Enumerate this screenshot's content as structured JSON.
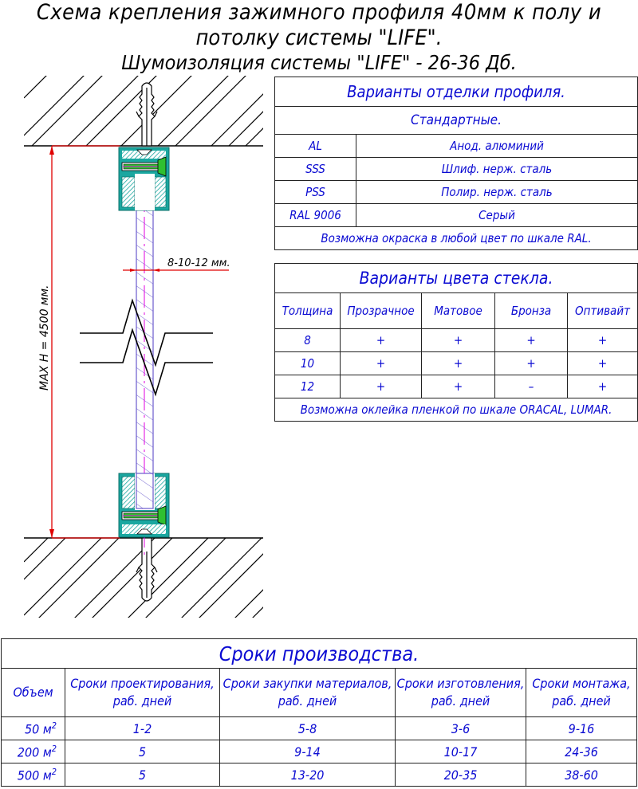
{
  "title": {
    "line1": "Схема крепления зажимного профиля 40мм к полу и",
    "line2": "потолку системы \"LIFE\".",
    "line3": "Шумоизоляция системы \"LIFE\" - 26-36 Дб."
  },
  "drawing": {
    "height_dimension": "MAX H = 4500 мм.",
    "glass_thickness_dimension": "8-10-12 мм."
  },
  "finish_table": {
    "title": "Варианты отделки профиля.",
    "subtitle": "Стандартные.",
    "rows": [
      {
        "code": "AL",
        "name": "Анод. алюминий"
      },
      {
        "code": "SSS",
        "name": "Шлиф. нерж. сталь"
      },
      {
        "code": "PSS",
        "name": "Полир. нерж. сталь"
      },
      {
        "code": "RAL 9006",
        "name": "Серый"
      }
    ],
    "note": "Возможна окраска в любой цвет по шкале RAL."
  },
  "glass_table": {
    "title": "Варианты цвета стекла.",
    "headers": [
      "Толщина",
      "Прозрачное",
      "Матовое",
      "Бронза",
      "Оптивайт"
    ],
    "rows": [
      [
        "8",
        "+",
        "+",
        "+",
        "+"
      ],
      [
        "10",
        "+",
        "+",
        "+",
        "+"
      ],
      [
        "12",
        "+",
        "+",
        "–",
        "+"
      ]
    ],
    "note": "Возможна оклейка пленкой по шкале ORACAL, LUMAR."
  },
  "terms_table": {
    "title": "Сроки производства.",
    "headers": [
      {
        "l1": "Объем",
        "l2": ""
      },
      {
        "l1": "Сроки проектирования,",
        "l2": "раб. дней"
      },
      {
        "l1": "Сроки закупки материалов,",
        "l2": "раб. дней"
      },
      {
        "l1": "Сроки изготовления,",
        "l2": "раб. дней"
      },
      {
        "l1": "Сроки монтажа,",
        "l2": "раб. дней"
      }
    ],
    "unit": "м",
    "unit_sup": "2",
    "rows": [
      {
        "volume": "50",
        "design": "1-2",
        "purchase": "5-8",
        "manufacture": "3-6",
        "install": "9-16"
      },
      {
        "volume": "200",
        "design": "5",
        "purchase": "9-14",
        "manufacture": "10-17",
        "install": "24-36"
      },
      {
        "volume": "500",
        "design": "5",
        "purchase": "13-20",
        "manufacture": "20-35",
        "install": "38-60"
      }
    ]
  },
  "colors": {
    "table_text": "#0a0ad2",
    "dimension": "#e00000",
    "profile": "#1aa7a0",
    "glass": "#6a5acd",
    "axis": "#e000e0",
    "screw": "#20c020"
  }
}
